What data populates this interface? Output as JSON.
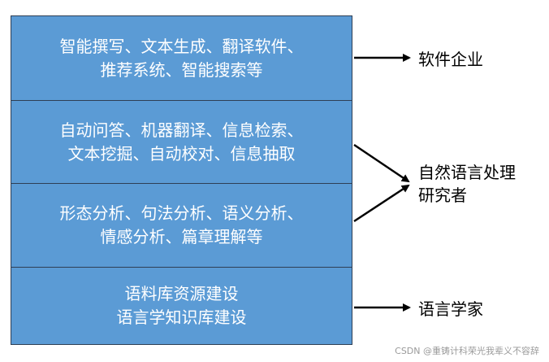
{
  "layers": [
    {
      "line1": "智能撰写、文本生成、翻译软件、",
      "line2": "推荐系统、智能搜索等"
    },
    {
      "line1": "自动问答、机器翻译、信息检索、",
      "line2": "文本挖掘、自动校对、信息抽取"
    },
    {
      "line1": "形态分析、句法分析、语义分析、",
      "line2": "情感分析、篇章理解等"
    },
    {
      "line1": "语料库资源建设",
      "line2": "语言学知识库建设"
    }
  ],
  "labels": {
    "software": "软件企业",
    "nlp_line1": "自然语言处理",
    "nlp_line2": "研究者",
    "linguist": "语言学家"
  },
  "colors": {
    "layer_fill": "#5b9bd5",
    "layer_border": "#2f3f55",
    "layer_text": "#ffffff",
    "arrow": "#000000"
  },
  "watermark": "CSDN @重铸计科荣光我辈义不容辞"
}
